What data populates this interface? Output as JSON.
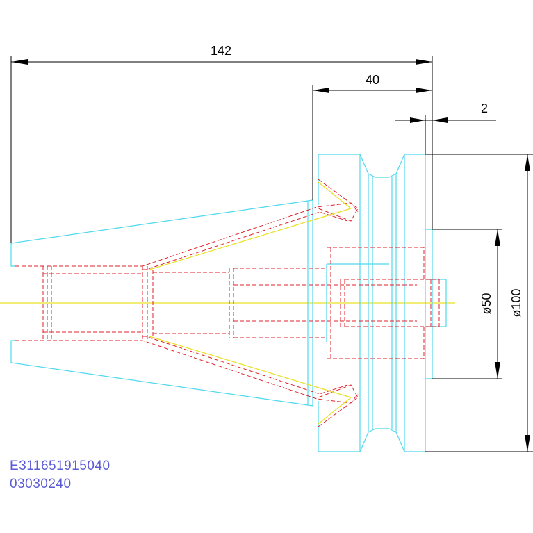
{
  "dimensions": {
    "overall_length": "142",
    "flange_length": "40",
    "flange_offset": "2",
    "bore_diameter": "ø50",
    "outer_diameter": "ø100"
  },
  "part_codes": {
    "line1": "E311651915040",
    "line2": "03030240"
  },
  "colors": {
    "outline": "#4fd8ee",
    "hidden": "#e0202a",
    "centerline": "#e8e020",
    "dimension": "#000000",
    "code_text": "#5b5bd6"
  }
}
